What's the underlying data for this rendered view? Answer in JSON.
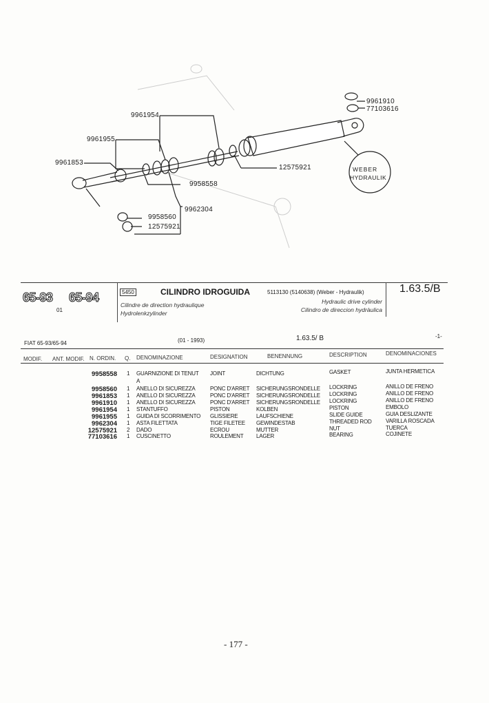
{
  "diagram": {
    "callouts": [
      "9961910",
      "77103616",
      "9961954",
      "9961955",
      "9961853",
      "12575921",
      "9958558",
      "9962304",
      "9958560",
      "12575921"
    ],
    "badge": [
      "WEBER",
      "HYDRAULIK"
    ]
  },
  "header": {
    "models": [
      "65-93",
      "65-94"
    ],
    "model_sub": "01",
    "group_code": "5450",
    "title": "CILINDRO IDROGUIDA",
    "title_ref": "5113130 (5140638) (Weber - Hydraulik)",
    "fr": "Cilindre de direction hydraulique",
    "de": "Hydrolenkzylinder",
    "en": "Hydraulic drive cylinder",
    "es": "Cilindro de direccion hydràulica",
    "ref": "1.63.5/B"
  },
  "subheader": {
    "model": "FIAT 65-93/65-94",
    "date": "(01 - 1993)",
    "ref": "1.63.5/ B",
    "page": "-1-"
  },
  "columns": [
    "MODIF.",
    "ANT. MODIF.",
    "N. ORDIN.",
    "Q.",
    "DENOMINAZIONE",
    "DESIGNATION",
    "BENENNUNG",
    "DESCRIPTION",
    "DENOMINACIONES"
  ],
  "rows": [
    {
      "num": "9958558",
      "q": "1",
      "it": "GUARNIZIONE DI TENUT",
      "it2": "A",
      "fr": "JOINT",
      "de": "DICHTUNG",
      "en": "GASKET",
      "es": "JUNTA HERMETICA"
    },
    {
      "num": "9958560",
      "q": "1",
      "it": "ANELLO DI SICUREZZA",
      "fr": "PONC D'ARRET",
      "de": "SICHERUNGSRONDELLE",
      "en": "LOCKRING",
      "es": "ANILLO DE FRENO"
    },
    {
      "num": "9961853",
      "q": "1",
      "it": "ANELLO DI SICUREZZA",
      "fr": "PONC D'ARRET",
      "de": "SICHERUNGSRONDELLE",
      "en": "LOCKRING",
      "es": "ANILLO DE FRENO"
    },
    {
      "num": "9961910",
      "q": "1",
      "it": "ANELLO DI SICUREZZA",
      "fr": "PONC D'ARRET",
      "de": "SICHERUNGSRONDELLE",
      "en": "LOCKRING",
      "es": "ANILLO DE FRENO"
    },
    {
      "num": "9961954",
      "q": "1",
      "it": "STANTUFFO",
      "fr": "PISTON",
      "de": "KOLBEN",
      "en": "PISTON",
      "es": "EMBOLO"
    },
    {
      "num": "9961955",
      "q": "1",
      "it": "GUIDA DI SCORRIMENTO",
      "fr": "GLISSIERE",
      "de": "LAUFSCHIENE",
      "en": "SLIDE GUIDE",
      "es": "GUIA DESLIZANTE"
    },
    {
      "num": "9962304",
      "q": "1",
      "it": "ASTA FILETTATA",
      "fr": "TIGE FILETEE",
      "de": "GEWINDESTAB",
      "en": "THREADED ROD",
      "es": "VARILLA ROSCADA"
    },
    {
      "num": "12575921",
      "q": "2",
      "it": "DADO",
      "fr": "ECROU",
      "de": "MUTTER",
      "en": "NUT",
      "es": "TUERCA"
    },
    {
      "num": "77103616",
      "q": "1",
      "it": "CUSCINETTO",
      "fr": "ROULEMENT",
      "de": "LAGER",
      "en": "BEARING",
      "es": "COJINETE"
    }
  ],
  "footer": {
    "page_number": "- 177 -"
  }
}
